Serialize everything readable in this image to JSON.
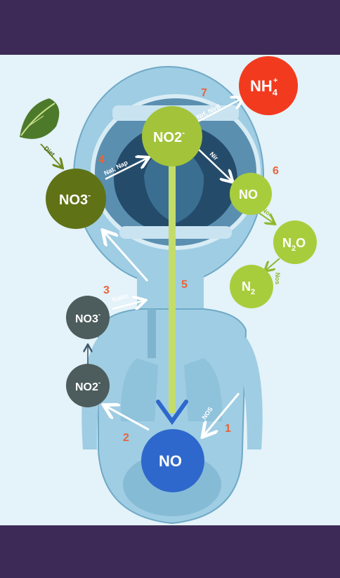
{
  "molecules": {
    "nh4": {
      "base": "NH",
      "sub": "4",
      "sup": "+",
      "color": "#f23a1e"
    },
    "no2_mouth": {
      "base": "NO2",
      "sup": "-",
      "color": "#a3c33a"
    },
    "no3_mouth": {
      "base": "NO3",
      "sup": "-",
      "color": "#5f7216"
    },
    "no_mouth": {
      "base": "NO",
      "color": "#a8cd3c"
    },
    "n2o": {
      "base": "N",
      "sub": "2",
      "rest": "O",
      "color": "#a8cd3c"
    },
    "n2": {
      "base": "N",
      "sub": "2",
      "color": "#a8cd3c"
    },
    "no3_body": {
      "base": "NO3",
      "sup": "-",
      "color": "#4d5c5c"
    },
    "no2_body": {
      "base": "NO2",
      "sup": "-",
      "color": "#4d5c5c"
    },
    "no_body": {
      "base": "NO",
      "color": "#2e68cc"
    }
  },
  "enzymes": {
    "diet": "Diet",
    "nat_nap": "Nat, Nap",
    "nrf_nirb": "Nrf, NirB",
    "nir": "Nir",
    "nor": "Nor",
    "nos_lower": "Nos",
    "sialin": "Sialin",
    "nos_upper": "NOS"
  },
  "steps": {
    "s1": "1",
    "s2": "2",
    "s3": "3",
    "s4": "4",
    "s5": "5",
    "s6": "6",
    "s7": "7"
  },
  "colors": {
    "background_band": "#3e2a56",
    "panel": "#e4f2f9",
    "body_fill": "#9fcde3",
    "step_number": "#e8643a"
  }
}
